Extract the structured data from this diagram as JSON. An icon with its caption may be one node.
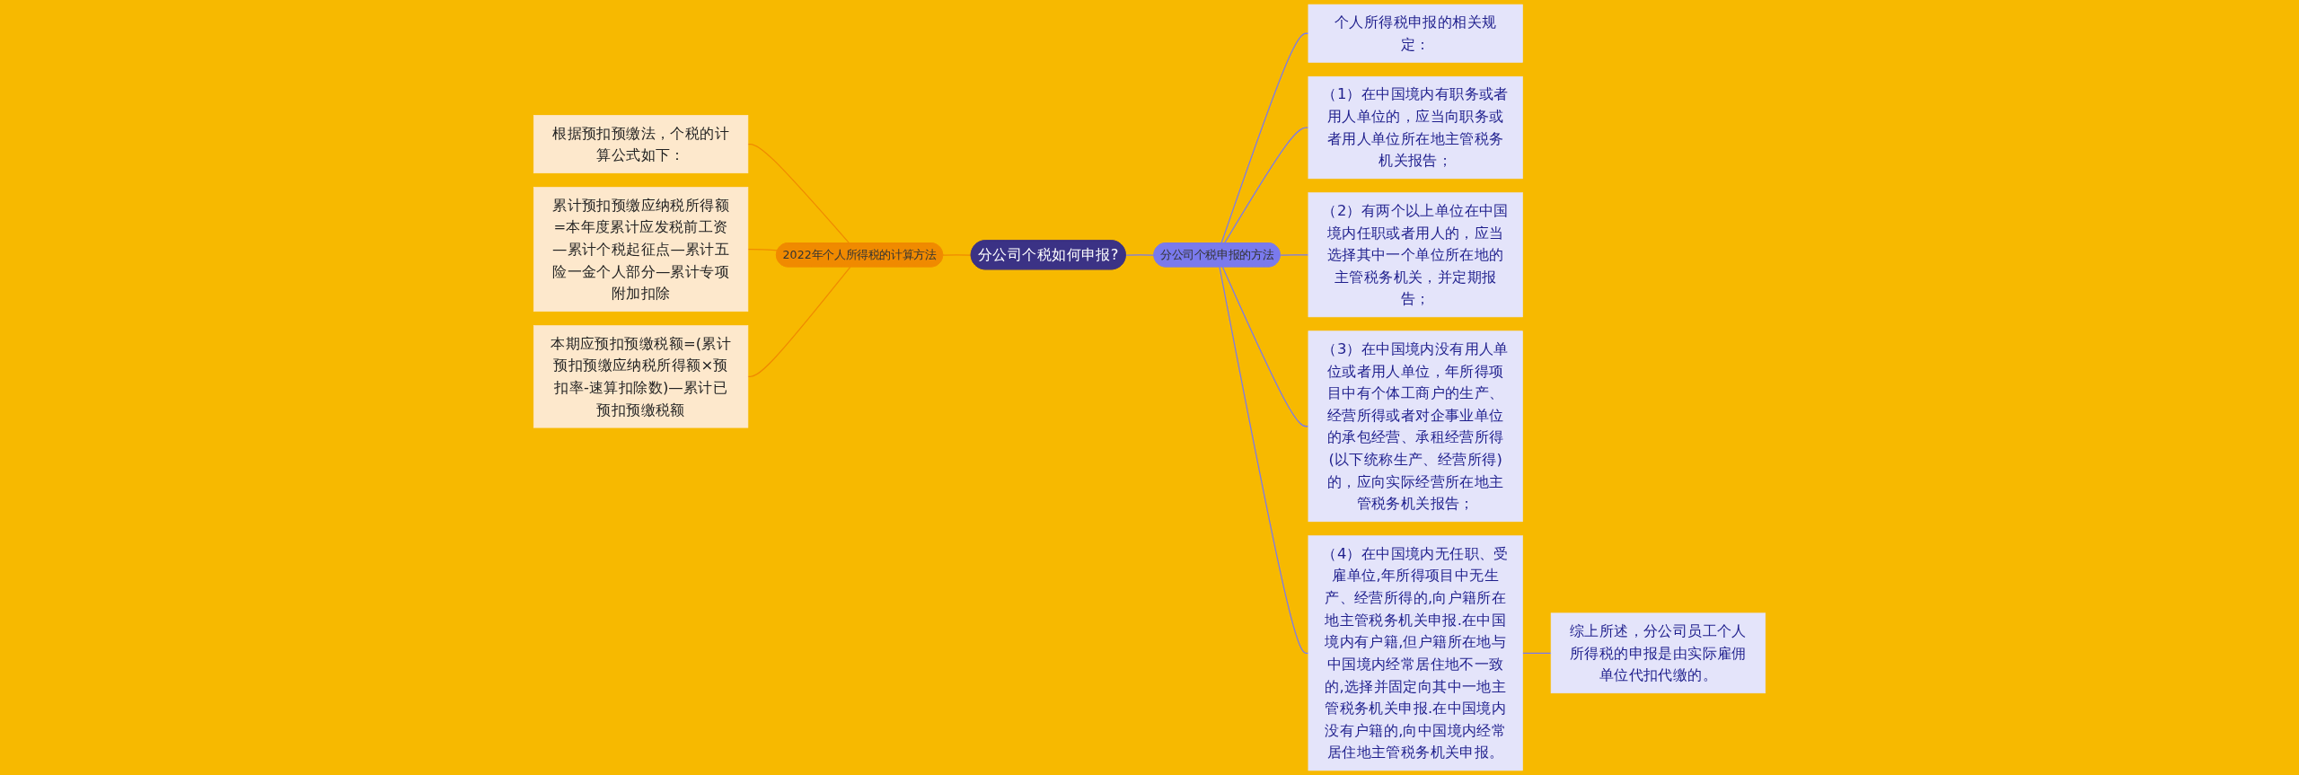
{
  "diagram": {
    "nodes": [
      {
        "text": [
          "分公司个税如何申报?"
        ]
      },
      {
        "text": [
          "2022年个人所得税的计算方法"
        ]
      },
      {
        "text": [
          "根据预扣预缴法，个税的计算公式如下："
        ]
      },
      {
        "text": [
          "累计预扣预缴应纳税所得额=本年度累计应发税前工资—累计个税起征点—累计五险一金个人部分—累计专项附加扣除"
        ]
      },
      {
        "text": [
          "本期应预扣预缴税额=(累计预扣预缴应纳税所得额×预扣率-速算扣除数)—累计已预扣预缴税额"
        ]
      },
      {
        "text": [
          "分公司个税申报的方法"
        ]
      },
      {
        "text": [
          "个人所得税申报的相关规定："
        ]
      },
      {
        "text": [
          "（1）在中国境内有职务或者用人单位的，应当向职务或者用人单位所在地主管税务机关报告；"
        ]
      },
      {
        "text": [
          "（2）有两个以上单位在中国境内任职或者用人的，应当选择其中一个单位所在地的主管税务机关，并定期报告；"
        ]
      },
      {
        "text": [
          "（3）在中国境内没有用人单位或者用人单位，年所得项目中有个体工商户的生产、经营所得或者对企事业单位的承包经营、承租经营所得(以下统称生产、经营所得)的，应向实际经营所在地主管税务机关报告；"
        ]
      },
      {
        "text": [
          "（4）在中国境内无任职、受雇单位,年所得项目中无生产、经营所得的,向户籍所在地主管税务机关申报.在中国境内有户籍,但户籍所在地与中国境内经常居住地不一致的,选择并固定向其中一地主管税务机关申报.在中国境内没有户籍的,向中国境内经常居住地主管税务机关申报。"
        ]
      },
      {
        "text": [
          "综上所述，分公司员工个人所得税的申报是由实际雇佣单位代扣代缴的。"
        ]
      }
    ],
    "edges": [
      {
        "from": 0,
        "to": 1,
        "arrow": "none",
        "color": "#f08a00"
      },
      {
        "from": 1,
        "to": 2,
        "arrow": "none",
        "color": "#f08a00"
      },
      {
        "from": 1,
        "to": 3,
        "arrow": "none",
        "color": "#f08a00"
      },
      {
        "from": 1,
        "to": 4,
        "arrow": "none",
        "color": "#f08a00"
      },
      {
        "from": 0,
        "to": 5,
        "arrow": "none"
      },
      {
        "from": 5,
        "to": 6,
        "arrow": "none"
      },
      {
        "from": 5,
        "to": 7,
        "arrow": "none"
      },
      {
        "from": 5,
        "to": 8,
        "arrow": "none"
      },
      {
        "from": 5,
        "to": 9,
        "arrow": "none"
      },
      {
        "from": 5,
        "to": 10,
        "arrow": "none"
      },
      {
        "from": 10,
        "to": 11,
        "arrow": "none"
      }
    ]
  }
}
